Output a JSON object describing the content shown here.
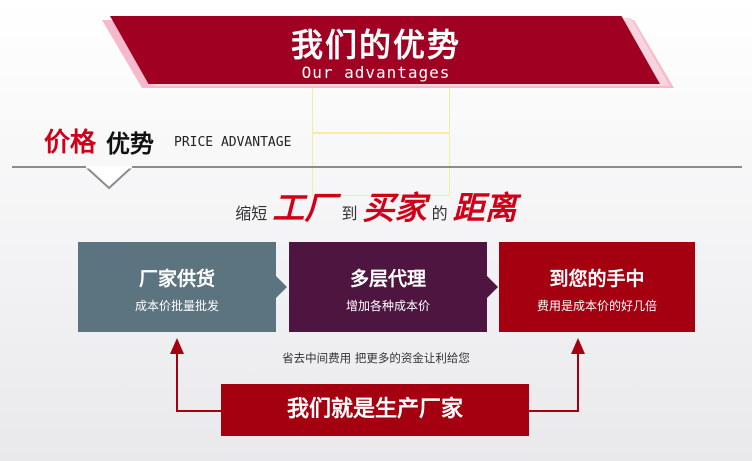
{
  "banner": {
    "title": "我们的优势",
    "subtitle": "Our advantages"
  },
  "section": {
    "title_red": "价格",
    "title_black": "优势",
    "title_en": "PRICE ADVANTAGE"
  },
  "slogan": {
    "part1": "缩短",
    "part2": "工厂",
    "part3": "到",
    "part4": "买家",
    "part5": "的",
    "part6": "距离"
  },
  "steps": [
    {
      "title": "厂家供货",
      "subtitle": "成本价批量批发"
    },
    {
      "title": "多层代理",
      "subtitle": "增加各种成本价"
    },
    {
      "title": "到您的手中",
      "subtitle": "费用是成本价的好几倍"
    }
  ],
  "note": "省去中间费用  把更多的资金让利给您",
  "bottom_label": "我们就是生产厂家",
  "colors": {
    "brand_red": "#a00021",
    "accent_red": "#d00018",
    "slate": "#5c7380",
    "purple": "#4e1540"
  }
}
